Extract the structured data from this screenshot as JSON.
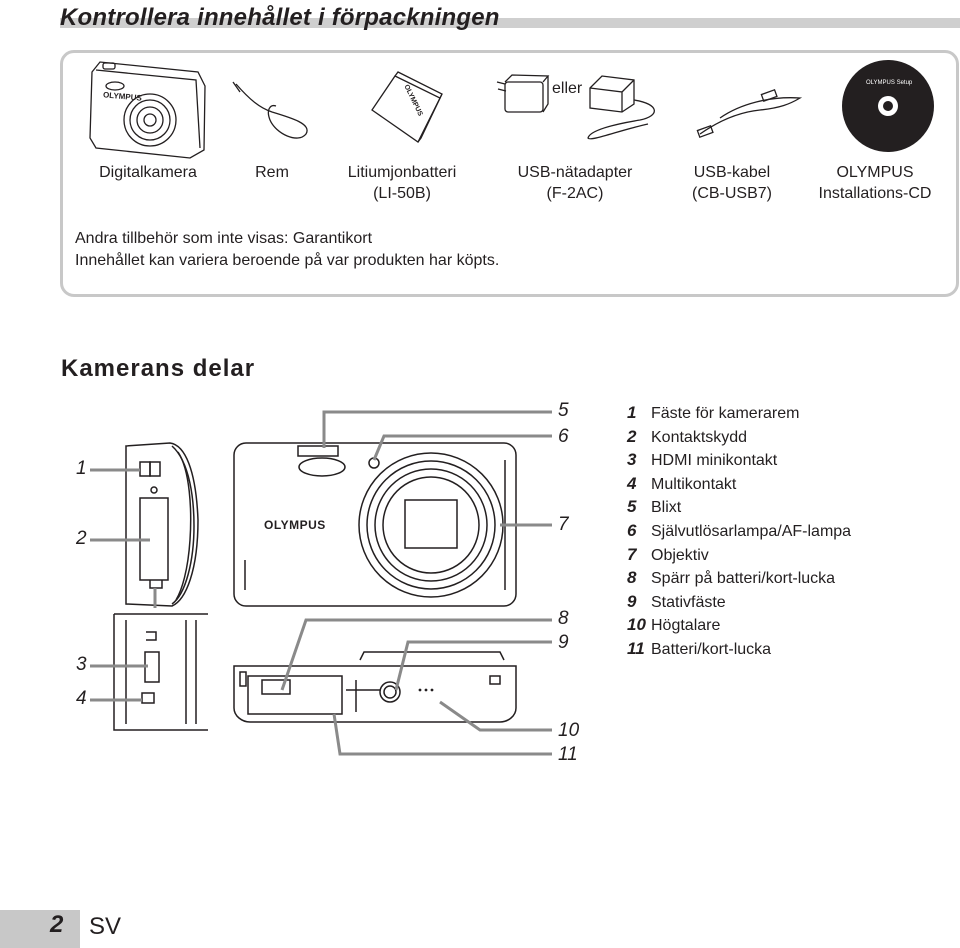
{
  "page": {
    "title": "Kontrollera innehållet i förpackningen",
    "page_number": "2",
    "language": "SV"
  },
  "package": {
    "items": [
      {
        "line1": "Digitalkamera",
        "line2": ""
      },
      {
        "line1": "Rem",
        "line2": ""
      },
      {
        "line1": "Litiumjonbatteri",
        "line2": "(LI-50B)"
      },
      {
        "line1": "USB-nätadapter",
        "line2": "(F-2AC)"
      },
      {
        "line1": "USB-kabel",
        "line2": "(CB-USB7)"
      },
      {
        "line1": "OLYMPUS",
        "line2": "Installations-CD"
      }
    ],
    "or_label": "eller",
    "camera_brand": "OLYMPUS",
    "battery_brand": "OLYMPUS",
    "cd_label": "OLYMPUS Setup",
    "notes": [
      "Andra tillbehör som inte visas: Garantikort",
      "Innehållet kan variera beroende på var produkten har köpts."
    ]
  },
  "parts": {
    "title": "Kamerans delar",
    "diagram_brand": "OLYMPUS",
    "list": [
      {
        "num": "1",
        "label": "Fäste för kamerarem"
      },
      {
        "num": "2",
        "label": "Kontaktskydd"
      },
      {
        "num": "3",
        "label": "HDMI minikontakt"
      },
      {
        "num": "4",
        "label": "Multikontakt"
      },
      {
        "num": "5",
        "label": "Blixt"
      },
      {
        "num": "6",
        "label": "Självutlösarlampa/AF-lampa"
      },
      {
        "num": "7",
        "label": "Objektiv"
      },
      {
        "num": "8",
        "label": "Spärr på batteri/kort-lucka"
      },
      {
        "num": "9",
        "label": "Stativfäste"
      },
      {
        "num": "10",
        "label": "Högtalare"
      },
      {
        "num": "11",
        "label": "Batteri/kort-lucka"
      }
    ]
  }
}
